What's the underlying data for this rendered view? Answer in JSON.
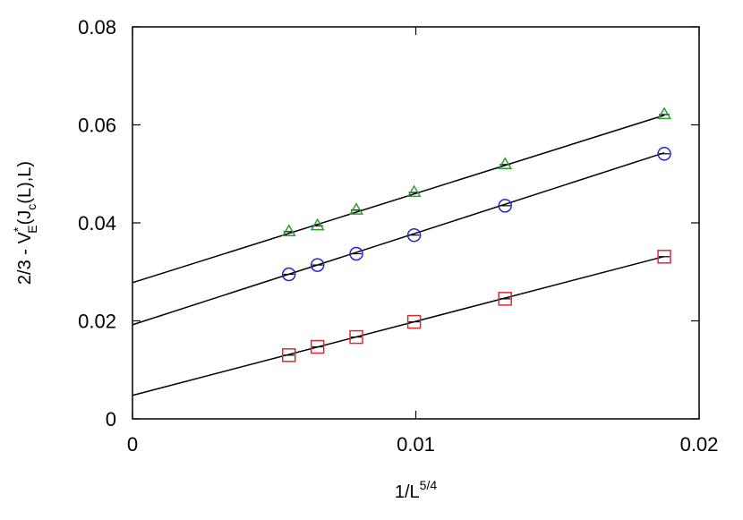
{
  "chart_data": {
    "type": "scatter",
    "xlim": [
      0,
      0.02
    ],
    "ylim": [
      0,
      0.08
    ],
    "grid": false,
    "legend": "none",
    "x_ticks": [
      0,
      0.01,
      0.02
    ],
    "x_tick_labels": [
      "0",
      "0.01",
      "0.02"
    ],
    "y_ticks": [
      0,
      0.02,
      0.04,
      0.06,
      0.08
    ],
    "y_tick_labels": [
      "0",
      "0.02",
      "0.04",
      "0.06",
      "0.08"
    ],
    "xlabel": {
      "base": "1/L",
      "sup": "5/4"
    },
    "ylabel": {
      "pre": "2/3 - V",
      "sub": "E",
      "sup": "*",
      "mid": "(J",
      "sub2": "c",
      "post": "(L),L)"
    },
    "x": [
      0.00552,
      0.00653,
      0.0079,
      0.00994,
      0.01315,
      0.01877
    ],
    "series": [
      {
        "marker": "triangle",
        "color": "#2e9e2e",
        "values": [
          0.0382,
          0.0394,
          0.0426,
          0.0462,
          0.0519,
          0.0621
        ],
        "fit": {
          "intercept": 0.0278,
          "slope": 1.82
        }
      },
      {
        "marker": "circle",
        "color": "#2424d6",
        "values": [
          0.0295,
          0.0314,
          0.0337,
          0.0375,
          0.0435,
          0.0541
        ],
        "fit": {
          "intercept": 0.0192,
          "slope": 1.87
        }
      },
      {
        "marker": "square",
        "color": "#e0282d",
        "values": [
          0.013,
          0.0147,
          0.0167,
          0.0198,
          0.0245,
          0.0331
        ],
        "fit": {
          "intercept": 0.0048,
          "slope": 1.51
        }
      }
    ]
  }
}
